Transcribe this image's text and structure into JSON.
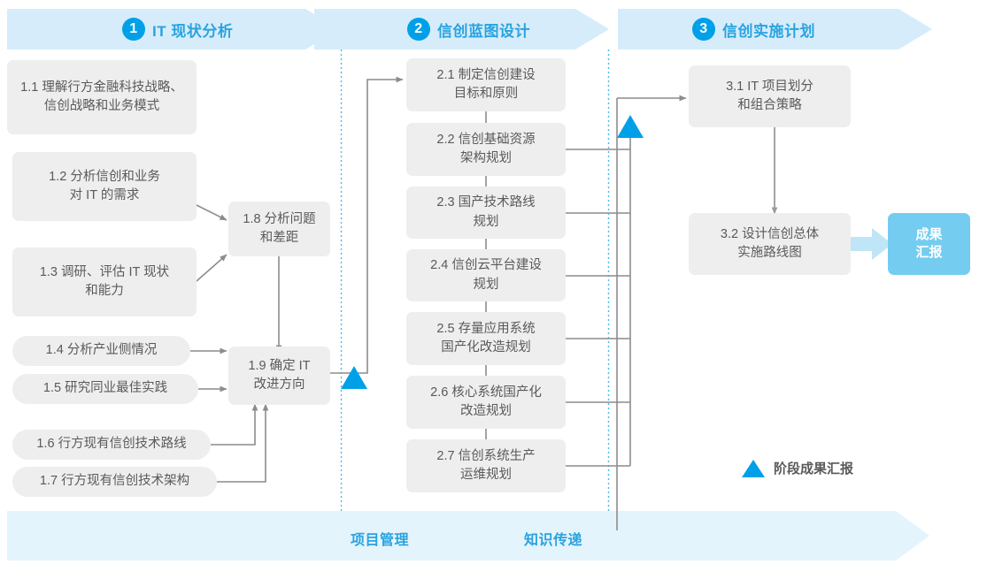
{
  "header": {
    "phases": [
      {
        "num": "1",
        "title": "IT 现状分析"
      },
      {
        "num": "2",
        "title": "信创蓝图设计"
      },
      {
        "num": "3",
        "title": "信创实施计划"
      }
    ]
  },
  "phase1": {
    "inputs": [
      {
        "id": "1.1",
        "text": "1.1 理解行方金融科技战略、\n信创战略和业务模式"
      },
      {
        "id": "1.2",
        "text": "1.2 分析信创和业务\n对 IT 的需求"
      },
      {
        "id": "1.3",
        "text": "1.3 调研、评估 IT 现状\n和能力"
      },
      {
        "id": "1.4",
        "text": "1.4 分析产业侧情况"
      },
      {
        "id": "1.5",
        "text": "1.5 研究同业最佳实践"
      },
      {
        "id": "1.6",
        "text": "1.6 行方现有信创技术路线"
      },
      {
        "id": "1.7",
        "text": "1.7 行方现有信创技术架构"
      }
    ],
    "synthesis": [
      {
        "id": "1.8",
        "text": "1.8 分析问题\n和差距"
      },
      {
        "id": "1.9",
        "text": "1.9 确定 IT\n改进方向"
      }
    ]
  },
  "phase2": {
    "steps": [
      {
        "id": "2.1",
        "text": "2.1 制定信创建设\n目标和原则"
      },
      {
        "id": "2.2",
        "text": "2.2 信创基础资源\n架构规划"
      },
      {
        "id": "2.3",
        "text": "2.3 国产技术路线\n规划"
      },
      {
        "id": "2.4",
        "text": "2.4 信创云平台建设\n规划"
      },
      {
        "id": "2.5",
        "text": "2.5 存量应用系统\n国产化改造规划"
      },
      {
        "id": "2.6",
        "text": "2.6 核心系统国产化\n改造规划"
      },
      {
        "id": "2.7",
        "text": "2.7 信创系统生产\n运维规划"
      }
    ]
  },
  "phase3": {
    "steps": [
      {
        "id": "3.1",
        "text": "3.1 IT 项目划分\n和组合策略"
      },
      {
        "id": "3.2",
        "text": "3.2 设计信创总体\n实施路线图"
      }
    ],
    "result": "成果\n汇报"
  },
  "legend": {
    "label": "阶段成果汇报"
  },
  "bottom": {
    "labels": [
      "项目管理",
      "知识传递"
    ]
  },
  "colors": {
    "accent": "#00a0e9",
    "accent_text": "#29a3e0",
    "band": "#d6ecfa",
    "bottom_band": "#e4f4fc",
    "box_bg": "#eeeeee",
    "box_text": "#5a5a5a",
    "connector": "#8c8c8c",
    "result_bg": "#74cdf0",
    "result_arrow": "#bfe6f7",
    "divider": "#4db8e8"
  }
}
